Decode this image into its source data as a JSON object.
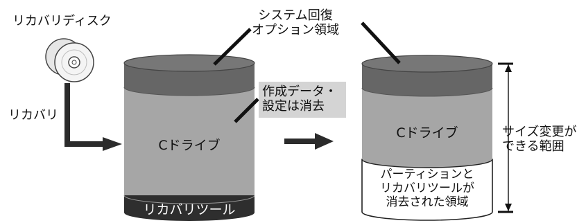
{
  "labels": {
    "recovery_disc": "リカバリディスク",
    "recovery": "リカバリ",
    "system_recovery_region": "システム回復\nオプション領域",
    "data_settings_deleted": "作成データ・\n設定は消去",
    "c_drive_left": "Cドライブ",
    "recovery_tool": "リカバリツール",
    "c_drive_right": "Cドライブ",
    "resizable_range": "サイズ変更が\nできる範囲",
    "erased_partition_area": "パーティションと\nリカバリツールが\n消去された領域"
  },
  "colors": {
    "top_lid": "#707070",
    "system_band": "#666666",
    "drive_body": "#a6a6a6",
    "tool_band": "#2e2e2e",
    "arrow": "#2b2b2b",
    "note_bg": "#d4d4d4"
  }
}
